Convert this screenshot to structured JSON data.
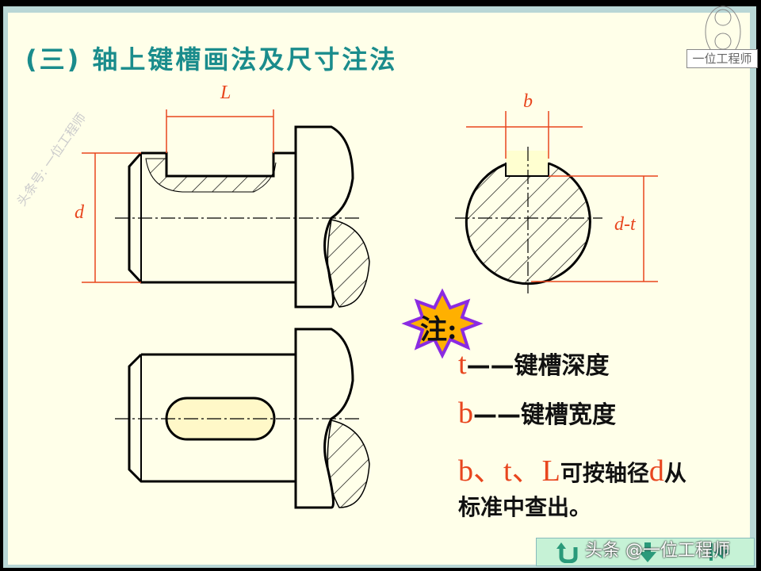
{
  "title": "(三) 轴上键槽画法及尺寸注法",
  "logo_text": "一位工程师",
  "watermark": "头条号: 一位工程师",
  "dimensions": {
    "L": "L",
    "d": "d",
    "b": "b",
    "d_minus_t": "d-t"
  },
  "note_badge": "注:",
  "notes": [
    {
      "symbol": "t",
      "text": "——键槽深度"
    },
    {
      "symbol": "b",
      "text": "——键槽宽度"
    }
  ],
  "note3": {
    "b": "b",
    "sep1": "、",
    "t": "t",
    "sep2": "、",
    "L": "L",
    "text1": "可按轴径",
    "d": "d",
    "text2": "从",
    "line2": "标准中查出。"
  },
  "nav": {
    "return_icon": "u-turn-icon",
    "down_icon": "down-arrow-icon",
    "back_icon": "back-arrow-icon"
  },
  "credit": "头条 @一位工程师",
  "colors": {
    "title": "#1a8c8c",
    "dimension": "#e8461e",
    "background": "#ffffe9"
  }
}
